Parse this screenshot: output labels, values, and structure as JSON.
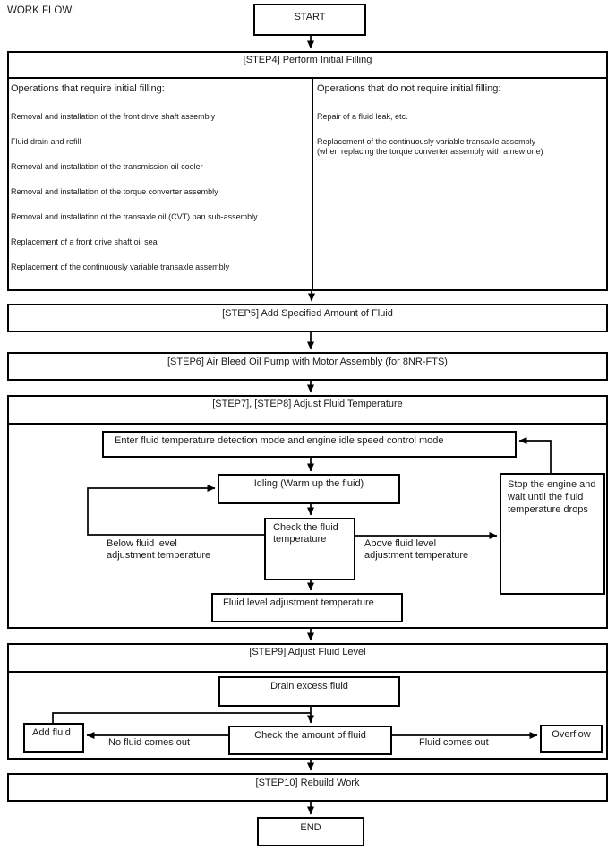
{
  "page": {
    "label": "WORK FLOW:"
  },
  "terminals": {
    "start": "START",
    "end": "END"
  },
  "step4": {
    "title": "[STEP4] Perform Initial Filling",
    "left": {
      "header": "Operations that require initial filling:",
      "items": [
        "Removal and installation of the front drive shaft assembly",
        "Fluid drain and refill",
        "Removal and installation of the transmission oil cooler",
        "Removal and installation of the torque converter assembly",
        "Removal and installation of the transaxle oil (CVT) pan sub-assembly",
        "Replacement of a front drive shaft oil seal",
        "Replacement of the continuously variable transaxle assembly"
      ]
    },
    "right": {
      "header": "Operations that do not require initial filling:",
      "items": [
        "Repair of a fluid leak, etc.",
        "Replacement of the continuously variable transaxle assembly\n(when replacing the torque converter assembly with a new one)"
      ]
    }
  },
  "step5": {
    "title": "[STEP5] Add Specified Amount of Fluid"
  },
  "step6": {
    "title": "[STEP6] Air Bleed Oil Pump with Motor Assembly (for 8NR-FTS)"
  },
  "step7_8": {
    "title": "[STEP7], [STEP8] Adjust Fluid Temperature",
    "enter_mode": "Enter fluid temperature detection mode and engine idle speed control mode",
    "idling": "Idling (Warm up the fluid)",
    "check_temp": "Check the fluid temperature",
    "fluid_level_adj": "Fluid level adjustment temperature",
    "stop_engine": "Stop the engine and wait until the fluid temperature drops",
    "label_below": "Below fluid level\nadjustment temperature",
    "label_above": "Above fluid level\nadjustment temperature"
  },
  "step9": {
    "title": "[STEP9] Adjust Fluid Level",
    "drain": "Drain excess fluid",
    "check_amount": "Check the amount of fluid",
    "add_fluid": "Add fluid",
    "overflow": "Overflow",
    "label_no_fluid": "No fluid comes out",
    "label_fluid_out": "Fluid comes out"
  },
  "step10": {
    "title": "[STEP10] Rebuild Work"
  },
  "colors": {
    "line": "#000000",
    "background": "#ffffff",
    "text": "#1a1a1a"
  }
}
